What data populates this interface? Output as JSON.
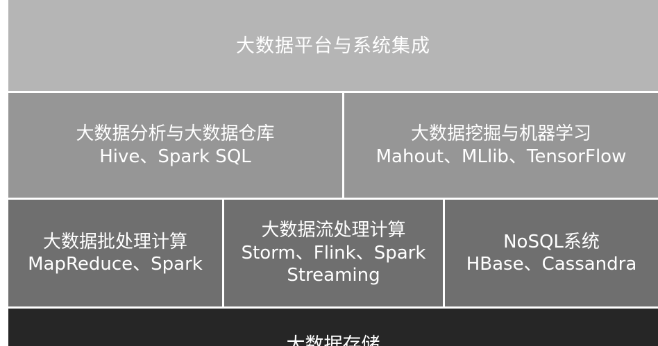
{
  "layers": {
    "platform": {
      "title": "大数据平台与系统集成"
    },
    "analysis": {
      "title": "大数据分析与大数据仓库",
      "tools": "Hive、Spark SQL"
    },
    "mining": {
      "title": "大数据挖掘与机器学习",
      "tools": "Mahout、MLlib、TensorFlow"
    },
    "batch": {
      "title": "大数据批处理计算",
      "tools": "MapReduce、Spark"
    },
    "stream": {
      "title": "大数据流处理计算",
      "tools_line1": "Storm、Flink、Spark",
      "tools_line2": "Streaming"
    },
    "nosql": {
      "title": "NoSQL系统",
      "tools": "HBase、Cassandra"
    },
    "storage": {
      "title": "大数据存储"
    }
  },
  "colors": {
    "top_layer": "#b5b5b5",
    "second_layer": "#969696",
    "third_layer": "#6f6f6f",
    "bottom_layer": "#262626",
    "text": "#ffffff"
  }
}
